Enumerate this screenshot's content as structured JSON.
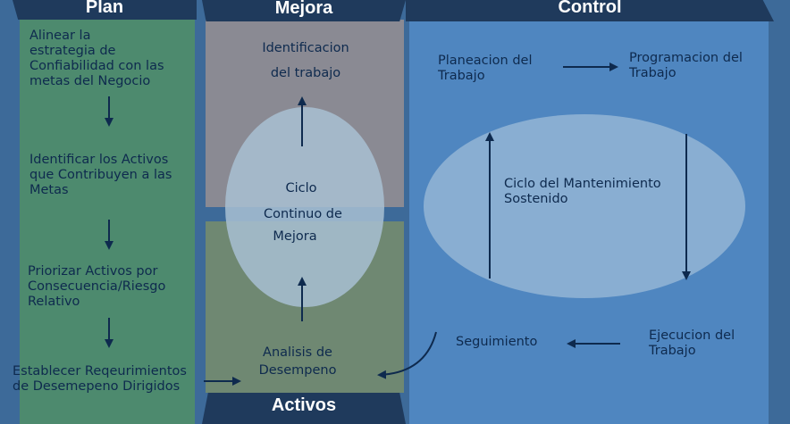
{
  "sections": {
    "plan": {
      "title": "Plan",
      "steps": [
        "Alinear la\nestrategia de\nConfiabilidad con las\nmetas del Negocio",
        "Identificar los Activos\nque Contribuyen a las\nMetas",
        "Priorizar Activos por\nConsecuencia/Riesgo\nRelativo",
        "Establecer Reqeurimientos\nde Desemepeno Dirigidos"
      ]
    },
    "mejora": {
      "title": "Mejora",
      "top_label": "Identificacion\ndel trabajo",
      "cycle_label_1": "Ciclo",
      "cycle_label_2": "Continuo de",
      "cycle_label_3": "Mejora",
      "bottom_label": "Analisis de\nDesempeno",
      "footer": "Activos"
    },
    "control": {
      "title": "Control",
      "planeacion": "Planeacion del\nTrabajo",
      "programacion": "Programacion del\nTrabajo",
      "cycle_label": "Ciclo del Mantenimiento\nSostenido",
      "ejecucion": "Ejecucion del\nTrabajo",
      "seguimiento": "Seguimiento"
    }
  },
  "colors": {
    "background": "#3d6a99",
    "plan_panel": "#4d8a6e",
    "mejora_top": "#8a8a93",
    "mejora_bottom": "#6f8872",
    "control_panel": "#4f86c0",
    "header": "#1f3a5c",
    "text": "#0e2a4e",
    "ellipse": "#8fb3d4"
  }
}
